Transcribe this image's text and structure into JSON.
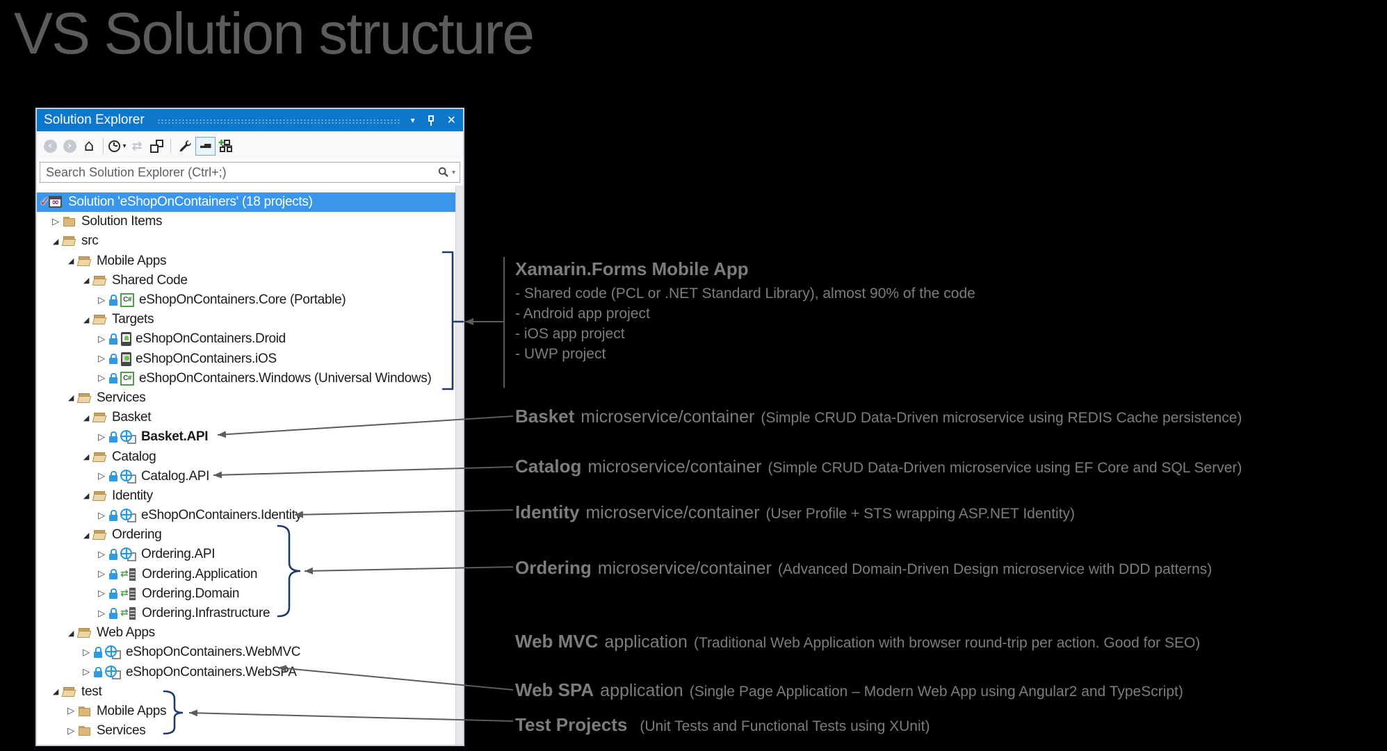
{
  "page": {
    "title": "VS Solution structure"
  },
  "colors": {
    "titlebar_blue": "#0d77cc",
    "selection_blue": "#3a96e8",
    "navy_bracket": "#1c3a6e",
    "connector_gray": "#5c5c5c",
    "annotation_gray": "#7d7d7d",
    "folder_tan": "#dcb67a",
    "lock_blue": "#2e9ae2",
    "csharp_green": "#4d9e47",
    "globe_blue": "#2596e0"
  },
  "panel": {
    "title": "Solution Explorer",
    "titlebar_icons": [
      "window-position-menu",
      "pin",
      "close"
    ],
    "toolbar_buttons": [
      "back",
      "forward",
      "home",
      "pending-changes-history",
      "refresh",
      "collapse-all",
      "properties",
      "preview-selected-items",
      "sync-with-active-document"
    ],
    "search": {
      "placeholder": "Search Solution Explorer (Ctrl+;)"
    },
    "tree": {
      "rows": [
        {
          "solution": true,
          "icons": [
            "solution"
          ],
          "label": "Solution 'eShopOnContainers' (18 projects)",
          "selected": true
        },
        {
          "indent": 1,
          "exp": "c",
          "icons": [
            "folder-closed"
          ],
          "label": "Solution Items"
        },
        {
          "indent": 1,
          "exp": "e",
          "icons": [
            "folder-open"
          ],
          "label": "src"
        },
        {
          "indent": 2,
          "exp": "e",
          "icons": [
            "folder-open"
          ],
          "label": "Mobile Apps"
        },
        {
          "indent": 3,
          "exp": "e",
          "icons": [
            "folder-open"
          ],
          "label": "Shared Code"
        },
        {
          "indent": 4,
          "exp": "c",
          "icons": [
            "lock",
            "csharp-project"
          ],
          "label": "eShopOnContainers.Core (Portable)"
        },
        {
          "indent": 3,
          "exp": "e",
          "icons": [
            "folder-open"
          ],
          "label": "Targets"
        },
        {
          "indent": 4,
          "exp": "c",
          "icons": [
            "lock",
            "droid-project"
          ],
          "label": "eShopOnContainers.Droid"
        },
        {
          "indent": 4,
          "exp": "c",
          "icons": [
            "lock",
            "ios-project"
          ],
          "label": "eShopOnContainers.iOS"
        },
        {
          "indent": 4,
          "exp": "c",
          "icons": [
            "lock",
            "csharp-project"
          ],
          "label": "eShopOnContainers.Windows (Universal Windows)"
        },
        {
          "indent": 2,
          "exp": "e",
          "icons": [
            "folder-open"
          ],
          "label": "Services"
        },
        {
          "indent": 3,
          "exp": "e",
          "icons": [
            "folder-open"
          ],
          "label": "Basket"
        },
        {
          "indent": 4,
          "exp": "c",
          "icons": [
            "lock",
            "web-project"
          ],
          "label": "Basket.API",
          "bold": true
        },
        {
          "indent": 3,
          "exp": "e",
          "icons": [
            "folder-open"
          ],
          "label": "Catalog"
        },
        {
          "indent": 4,
          "exp": "c",
          "icons": [
            "lock",
            "web-project"
          ],
          "label": "Catalog.API"
        },
        {
          "indent": 3,
          "exp": "e",
          "icons": [
            "folder-open"
          ],
          "label": "Identity"
        },
        {
          "indent": 4,
          "exp": "c",
          "icons": [
            "lock",
            "web-project"
          ],
          "label": "eShopOnContainers.Identity"
        },
        {
          "indent": 3,
          "exp": "e",
          "icons": [
            "folder-open"
          ],
          "label": "Ordering"
        },
        {
          "indent": 4,
          "exp": "c",
          "icons": [
            "lock",
            "web-project"
          ],
          "label": "Ordering.API"
        },
        {
          "indent": 4,
          "exp": "c",
          "icons": [
            "lock",
            "library-project"
          ],
          "label": "Ordering.Application"
        },
        {
          "indent": 4,
          "exp": "c",
          "icons": [
            "lock",
            "library-project"
          ],
          "label": "Ordering.Domain"
        },
        {
          "indent": 4,
          "exp": "c",
          "icons": [
            "lock",
            "library-project"
          ],
          "label": "Ordering.Infrastructure"
        },
        {
          "indent": 2,
          "exp": "e",
          "icons": [
            "folder-open"
          ],
          "label": "Web Apps"
        },
        {
          "indent": 3,
          "exp": "c",
          "icons": [
            "lock",
            "web-project"
          ],
          "label": "eShopOnContainers.WebMVC"
        },
        {
          "indent": 3,
          "exp": "c",
          "icons": [
            "lock",
            "web-project"
          ],
          "label": "eShopOnContainers.WebSPA"
        },
        {
          "indent": 1,
          "exp": "e",
          "icons": [
            "folder-open"
          ],
          "label": "test"
        },
        {
          "indent": 2,
          "exp": "c",
          "icons": [
            "folder-closed"
          ],
          "label": "Mobile Apps"
        },
        {
          "indent": 2,
          "exp": "c",
          "icons": [
            "folder-closed"
          ],
          "label": "Services"
        }
      ]
    }
  },
  "annotations": {
    "xamarin": {
      "title": "Xamarin.Forms Mobile App",
      "bullets": [
        "- Shared code (PCL or .NET Standard Library), almost 90% of the code",
        "- Android app project",
        "- iOS app project",
        "- UWP project"
      ]
    },
    "callouts": [
      {
        "name": "Basket",
        "mid": "microservice/container",
        "paren": "(Simple CRUD Data-Driven microservice using REDIS Cache persistence)"
      },
      {
        "name": "Catalog",
        "mid": "microservice/container",
        "paren": "(Simple CRUD Data-Driven microservice using EF Core and SQL Server)"
      },
      {
        "name": "Identity",
        "mid": "microservice/container",
        "paren": "(User Profile + STS wrapping ASP.NET Identity)"
      },
      {
        "name": "Ordering",
        "mid": "microservice/container",
        "paren": "(Advanced Domain-Driven Design microservice with DDD patterns)"
      },
      {
        "name": "Web MVC",
        "mid": "application",
        "paren": "(Traditional Web Application with browser round-trip per action. Good for SEO)"
      },
      {
        "name": "Web SPA",
        "mid": "application",
        "paren": "(Single Page Application – Modern Web App using Angular2 and TypeScript)"
      },
      {
        "name": "Test Projects",
        "mid": "",
        "paren": "(Unit Tests and Functional Tests using XUnit)"
      }
    ]
  }
}
